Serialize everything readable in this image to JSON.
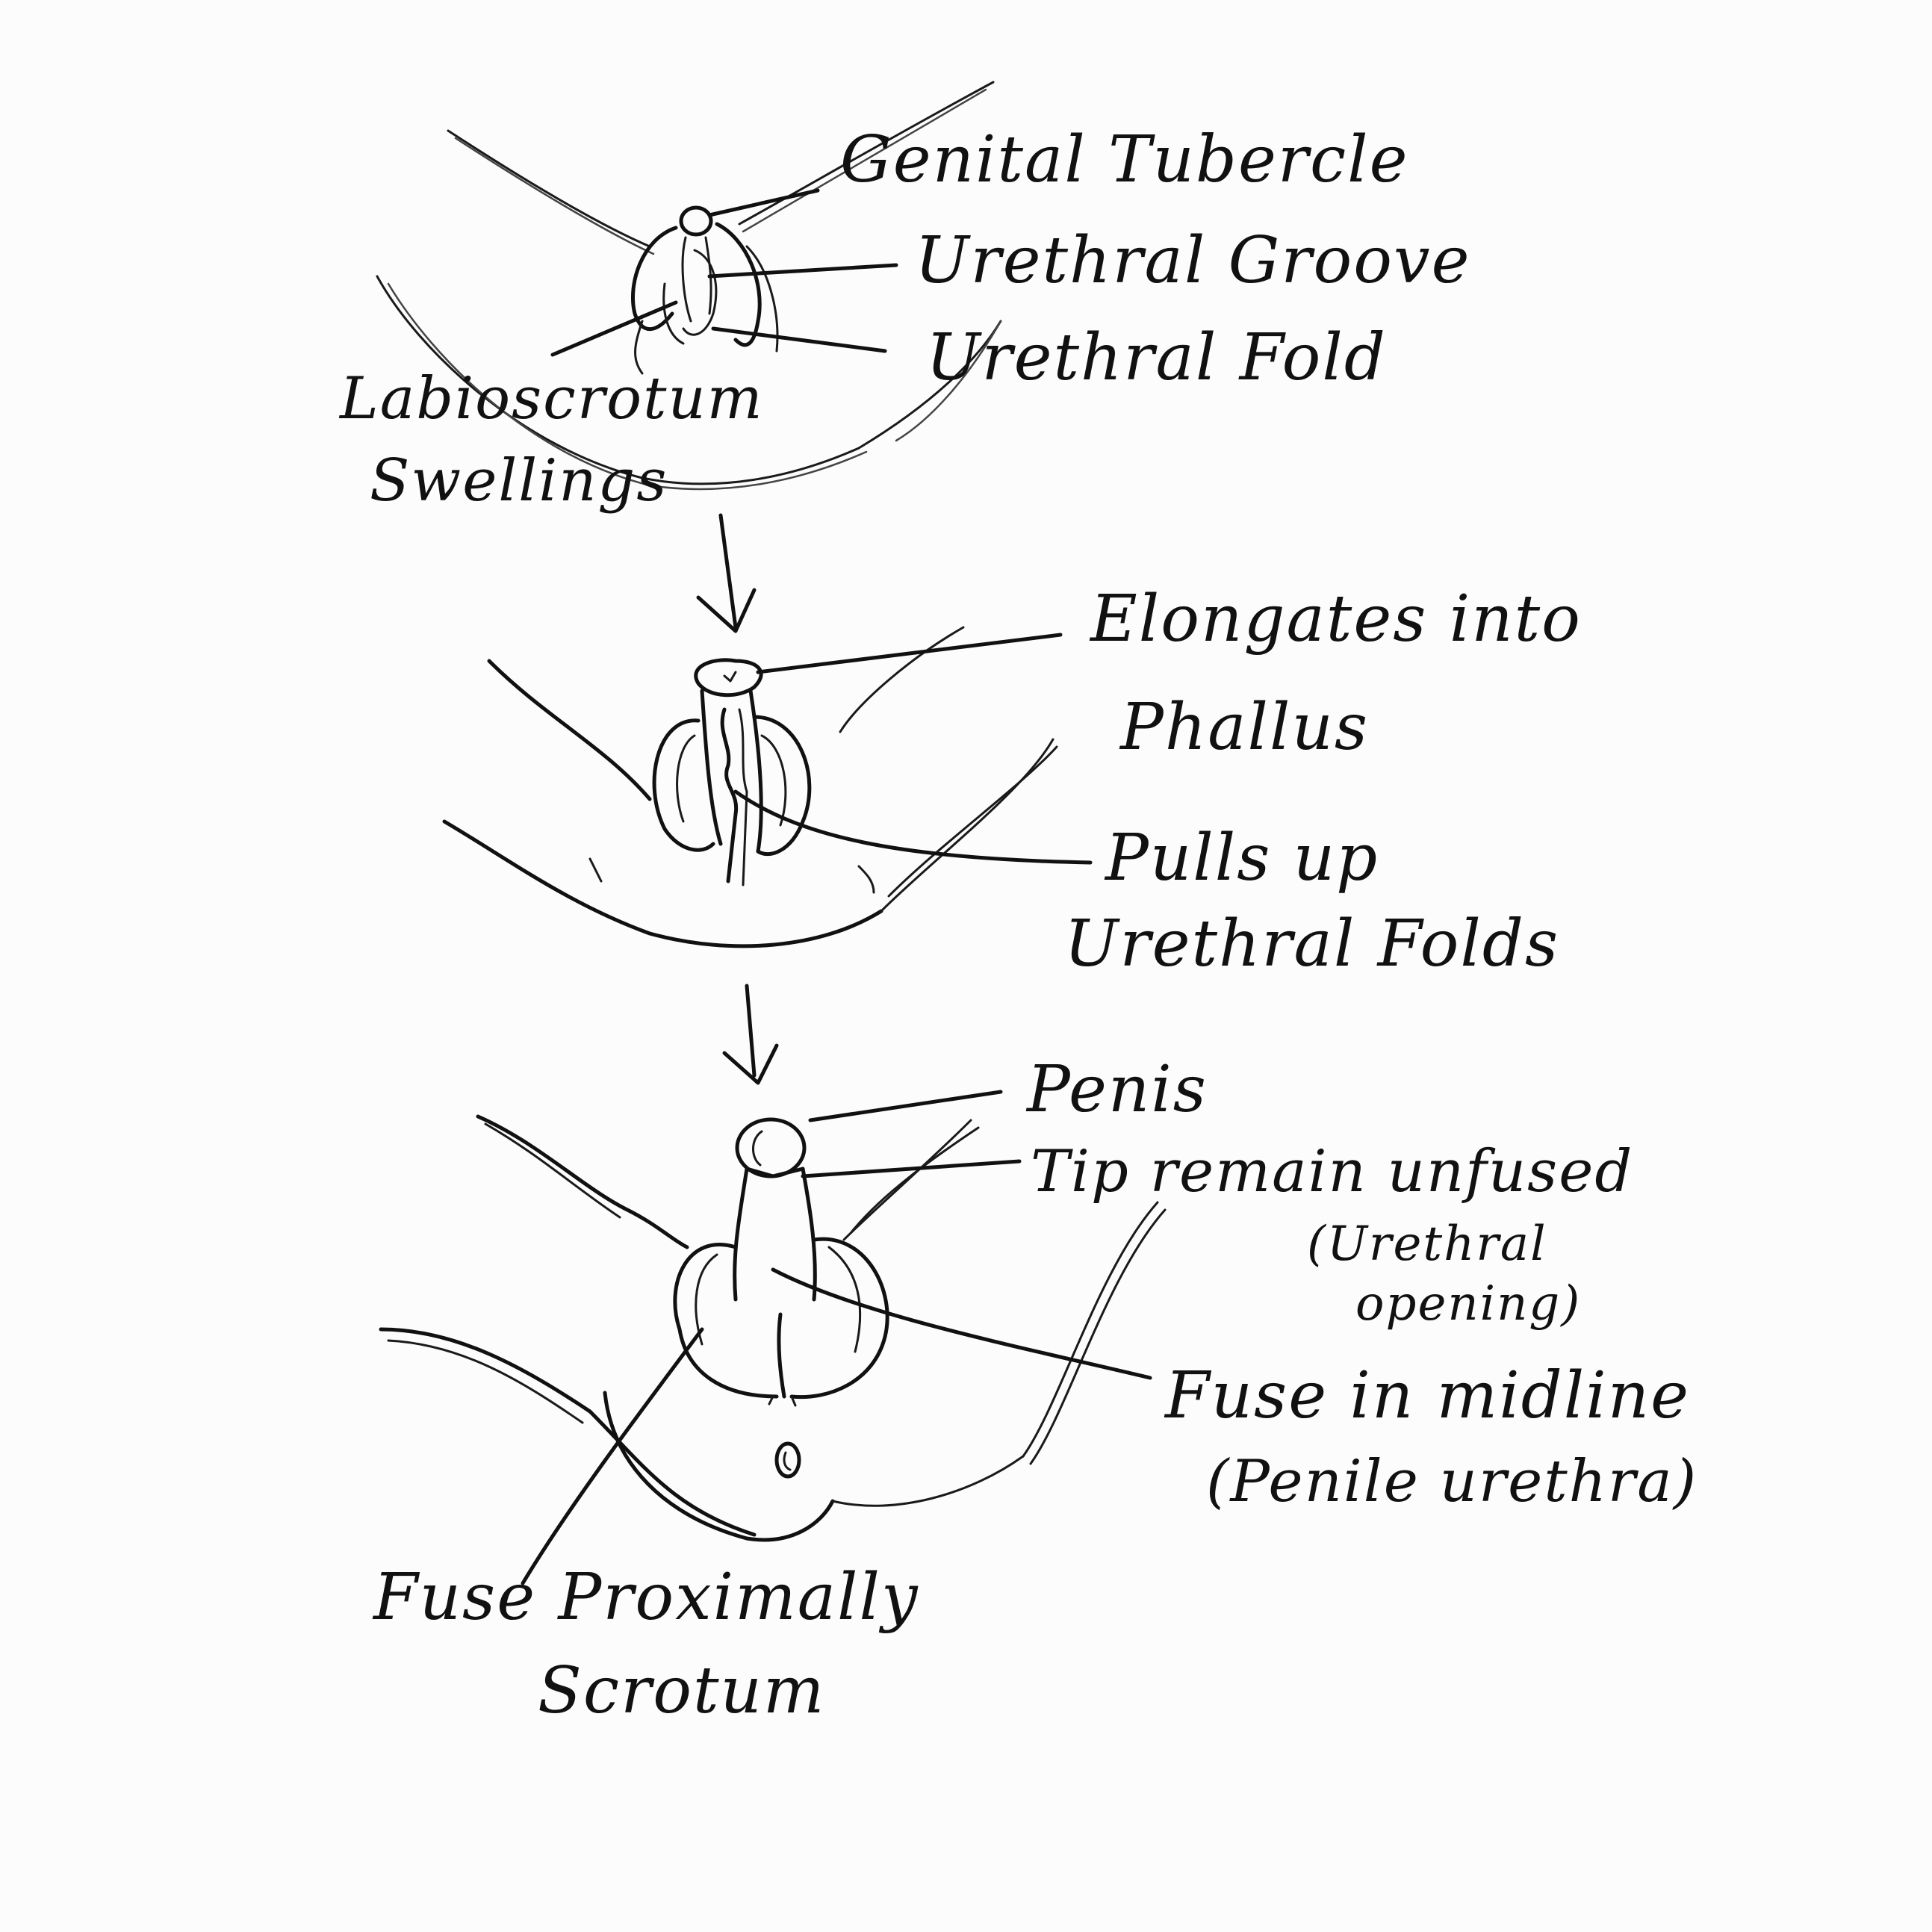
{
  "stage1": {
    "genital_tubercle": "Genital Tubercle",
    "urethral_groove": "Urethral Groove",
    "urethral_fold": "Urethral Fold",
    "labioscrotum_line1": "Labioscrotum",
    "labioscrotum_line2": "Swellings"
  },
  "stage2": {
    "elongates_line1": "Elongates into",
    "elongates_line2": "Phallus",
    "pulls_line1": "Pulls up",
    "pulls_line2": "Urethral Folds"
  },
  "stage3": {
    "penis": "Penis",
    "tip_line1": "Tip remain unfused",
    "tip_line2": "(Urethral",
    "tip_line3": "opening)",
    "fuse_midline_line1": "Fuse in midline",
    "fuse_midline_line2": "(Penile urethra)",
    "fuse_proximally_line1": "Fuse Proximally",
    "fuse_proximally_line2": "Scrotum"
  }
}
